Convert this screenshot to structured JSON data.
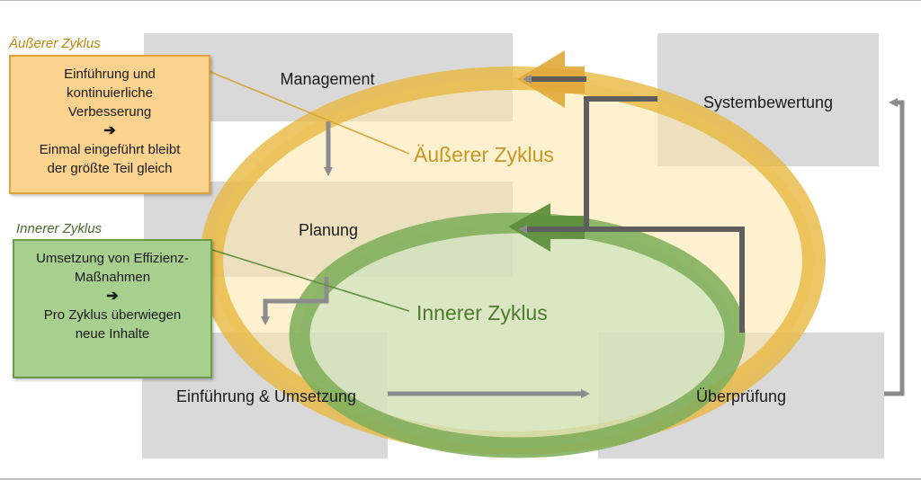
{
  "outer_cycle": {
    "title": "Äußerer Zyklus",
    "label": "Äußerer Zyklus",
    "box_lines": [
      "Einführung und",
      "kontinuierliche",
      "Verbesserung"
    ],
    "arrow": "➔",
    "box_lines_after": [
      "Einmal eingeführt bleibt",
      "der größte Teil gleich"
    ],
    "color": "#e8b63c"
  },
  "inner_cycle": {
    "title": "Innerer Zyklus",
    "label": "Innerer Zyklus",
    "box_lines": [
      "Umsetzung von Effizienz-",
      "Maßnahmen"
    ],
    "arrow": "➔",
    "box_lines_after": [
      "Pro Zyklus überwiegen",
      "neue Inhalte"
    ],
    "color": "#7fae5b"
  },
  "stages": {
    "management": "Management",
    "planung": "Planung",
    "einfuehrung": "Einführung & Umsetzung",
    "ueberpruefung": "Überprüfung",
    "systembewertung": "Systembewertung"
  }
}
